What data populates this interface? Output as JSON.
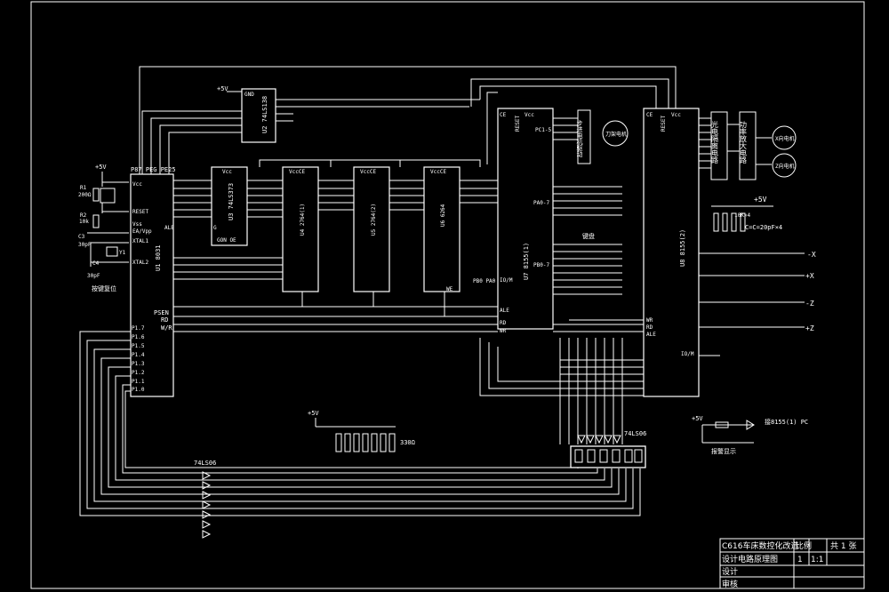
{
  "chips": {
    "cpu": {
      "pins_top": "P87 PEG PE25",
      "vcc": "Vcc",
      "reset": "RESET",
      "vss": "Vss",
      "ea": "EA/Vpp",
      "xtal1": "XTAL1",
      "xtal2": "XTAL2",
      "ale": "ALE",
      "psen": "PSEN",
      "rd": "RD",
      "wr": "W/R",
      "name": "U1 8031",
      "p10": "P1.0",
      "p11": "P1.1",
      "p12": "P1.2",
      "p13": "P1.3",
      "p14": "P1.4",
      "p15": "P1.5",
      "p16": "P1.6",
      "p17": "P1.7"
    },
    "latch": {
      "name": "U3 74LS373",
      "vcc": "Vcc",
      "g": "G",
      "oe": "GON OE"
    },
    "decoder": {
      "name": "U2 74LS138",
      "gnd": "GND"
    },
    "eprom1": {
      "name": "U4 2764(1)",
      "ce": "VccCE"
    },
    "eprom2": {
      "name": "U5 2764(2)",
      "ce": "VccCE"
    },
    "ram": {
      "name": "U6 6264",
      "ce": "VccCE",
      "we": "WE"
    },
    "pio1": {
      "name": "U7 8155(1)",
      "ce": "CE",
      "vcc": "Vcc",
      "reset": "RESET",
      "ale": "ALE",
      "rd": "RD",
      "wr": "WR",
      "iom": "IO/M",
      "pc": "PC1-5",
      "pa": "PA0-7",
      "pb": "PB0-7"
    },
    "pio2": {
      "name": "U8 8155(2)",
      "ce": "CE",
      "vcc": "Vcc",
      "reset": "RESET",
      "iom": "IO/M",
      "wr": "WR",
      "rd": "RD",
      "ale": "ALE"
    }
  },
  "labels": {
    "plus5v": "+5V",
    "r1": "R1",
    "r1v": "200Ω",
    "r2": "R2",
    "r2v": "10k",
    "c3": "C3",
    "c3v": "30pF",
    "c4": "C4",
    "c4v": "30pF",
    "xtal": "Y1",
    "reset_label": "按键复位",
    "stepper_driver": "步进电机驱动",
    "tool_motor": "刀架电机",
    "photo_isolate": "光电隔离电路",
    "power_amp": "功率放大电路",
    "x_motor": "X向电机",
    "z_motor": "Z向电机",
    "resnet": "10K×4",
    "cap_note": "C=C=20pF×4",
    "x_plus": "+X",
    "x_minus": "-X",
    "z_plus": "+Z",
    "z_minus": "-Z",
    "alarm_out": "接8155(1) PC",
    "alarm_led": "报警显示",
    "seg_buf": "74LS06",
    "seg_buf2": "74LS06",
    "res_array": "330Ω",
    "keyboard": "键盘",
    "pb_sel": "PB0 PA0"
  },
  "title_block": {
    "line1": "C616车床数控化改造",
    "line2": "设计电路原理图",
    "ratio_label": "比例",
    "ratio": "1:1",
    "sheet_label": "共 1 张",
    "sheet_no": "1",
    "design": "设计",
    "review": "审核"
  }
}
